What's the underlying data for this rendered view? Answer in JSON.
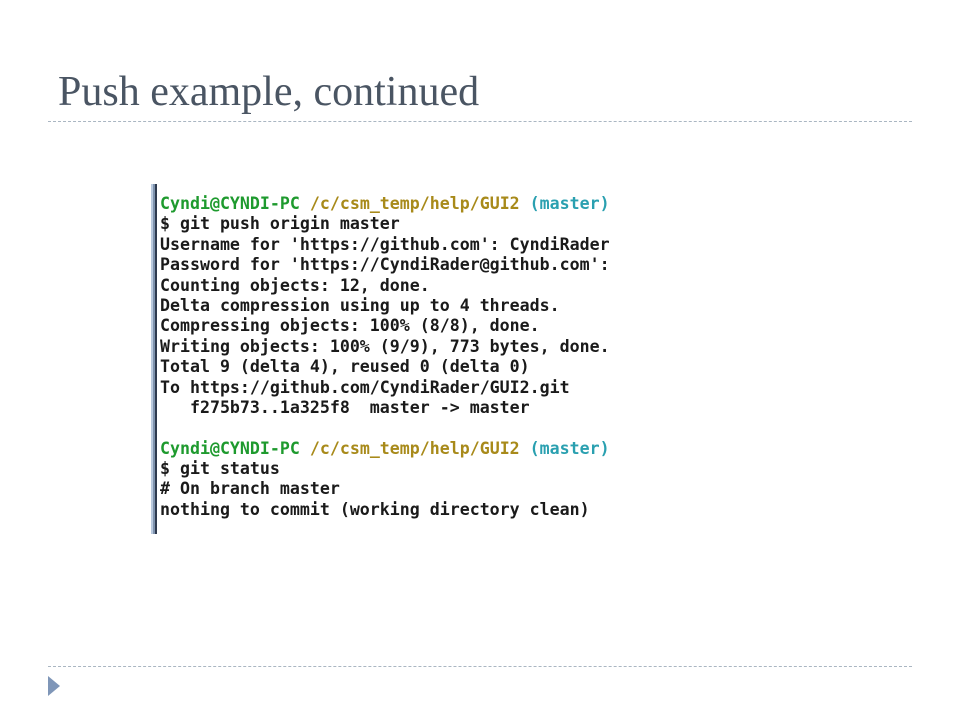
{
  "slide": {
    "title": "Push example, continued"
  },
  "terminal": {
    "lines": [
      {
        "type": "prompt",
        "user": "Cyndi@CYNDI-PC",
        "path": "/c/csm_temp/help/GUI2",
        "branch": "(master)"
      },
      {
        "type": "text",
        "text": "$ git push origin master"
      },
      {
        "type": "text",
        "text": "Username for 'https://github.com': CyndiRader"
      },
      {
        "type": "text",
        "text": "Password for 'https://CyndiRader@github.com':"
      },
      {
        "type": "text",
        "text": "Counting objects: 12, done."
      },
      {
        "type": "text",
        "text": "Delta compression using up to 4 threads."
      },
      {
        "type": "text",
        "text": "Compressing objects: 100% (8/8), done."
      },
      {
        "type": "text",
        "text": "Writing objects: 100% (9/9), 773 bytes, done."
      },
      {
        "type": "text",
        "text": "Total 9 (delta 4), reused 0 (delta 0)"
      },
      {
        "type": "text",
        "text": "To https://github.com/CyndiRader/GUI2.git"
      },
      {
        "type": "text",
        "text": "   f275b73..1a325f8  master -> master"
      },
      {
        "type": "blank",
        "text": ""
      },
      {
        "type": "prompt",
        "user": "Cyndi@CYNDI-PC",
        "path": "/c/csm_temp/help/GUI2",
        "branch": "(master)"
      },
      {
        "type": "text",
        "text": "$ git status"
      },
      {
        "type": "text",
        "text": "# On branch master"
      },
      {
        "type": "text",
        "text": "nothing to commit (working directory clean)"
      }
    ]
  },
  "colors": {
    "title": "#4a5563",
    "prompt_user": "#1e9a2e",
    "prompt_path": "#a88a1a",
    "prompt_branch": "#2aa0b0",
    "nav_arrow": "#7f96b8"
  },
  "icons": {
    "nav": "triangle-right-icon"
  }
}
